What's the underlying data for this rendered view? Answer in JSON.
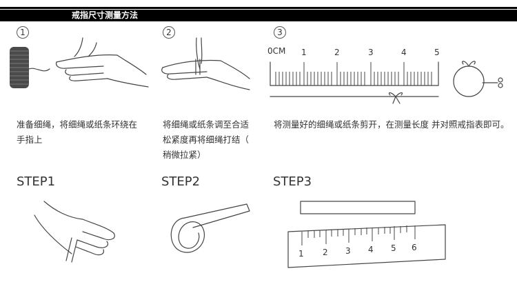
{
  "header": {
    "title": "戒指尺寸测量方法"
  },
  "steps_top": [
    {
      "number": "1",
      "text_line1": "准备细绳，将细绳或纸条环绕在",
      "text_line2": "手指上"
    },
    {
      "number": "2",
      "text_line1": "将细绳或纸条调至合适",
      "text_line2": "松紧度再将细绳打结（",
      "text_line3": "稍微拉紧）"
    },
    {
      "number": "3",
      "text_line1": "将测量好的细绳或纸条剪开，在测量长度 并对照戒指表即可。"
    }
  ],
  "ruler_top": {
    "ticks": [
      "0CM",
      "1",
      "2",
      "3",
      "4",
      "5"
    ]
  },
  "steps_bottom": [
    {
      "label": "STEP1"
    },
    {
      "label": "STEP2"
    },
    {
      "label": "STEP3"
    }
  ],
  "ruler_bottom": {
    "ticks": [
      "1",
      "2",
      "3",
      "4",
      "5",
      "6"
    ]
  },
  "icons": [
    "thread-spool-icon",
    "hand-icon",
    "ruler-icon",
    "ring-loop-icon",
    "paper-strip-icon"
  ]
}
